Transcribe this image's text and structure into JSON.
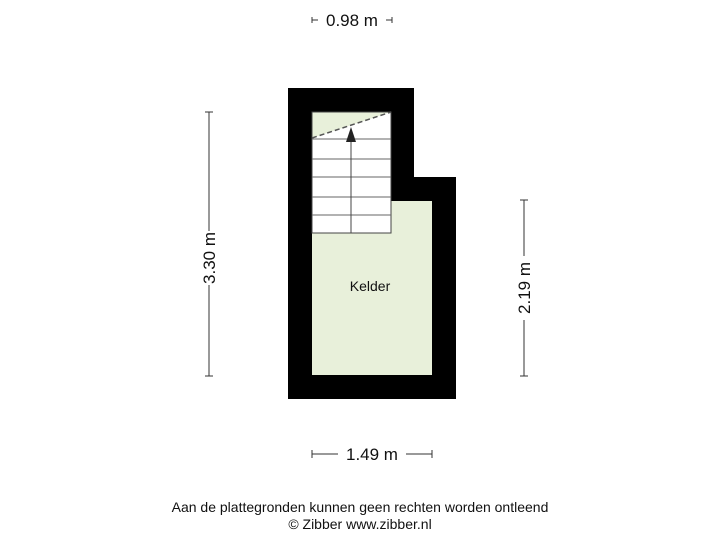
{
  "plan": {
    "room_label": "Kelder",
    "dimensions": {
      "top": "0.98 m",
      "left": "3.30 m",
      "right": "2.19 m",
      "bottom": "1.49 m"
    },
    "colors": {
      "wall": "#000000",
      "floor": "#e8f0da",
      "stairs": "#ffffff"
    }
  },
  "footer": {
    "disclaimer": "Aan de plattegronden kunnen geen rechten worden ontleend",
    "copyright": "© Zibber www.zibber.nl"
  }
}
